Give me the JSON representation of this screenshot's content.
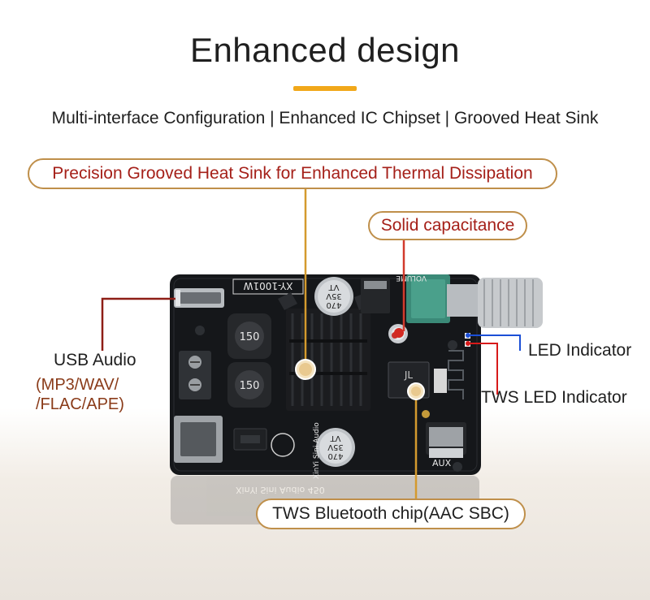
{
  "header": {
    "title": "Enhanced design",
    "subtitle": "Multi-interface Configuration | Enhanced IC Chipset | Grooved Heat Sink",
    "accent_color": "#f1a81a"
  },
  "callouts": {
    "heat_sink": "Precision Grooved Heat Sink for Enhanced Thermal Dissipation",
    "capacitance": "Solid capacitance",
    "usb_audio": "USB Audio",
    "usb_formats_line1": "(MP3/WAV/",
    "usb_formats_line2": "/FLAC/APE)",
    "led_indicator": "LED Indicator",
    "tws_led_indicator": "TWS LED Indicator",
    "bluetooth_chip": "TWS Bluetooth chip(AAC SBC)"
  },
  "board": {
    "model": "XY-1001W",
    "volume_label": "VOLUME",
    "aux_label": "AUX",
    "inductor_value": "150",
    "cap_line1": "470",
    "cap_line2": "35V",
    "cap_line3": "VT",
    "brand": "XinYi Sini Audio",
    "reflection_text": "XinYi Sini Audio   450",
    "board_color": "#15171a",
    "heatsink_color": "#1b1c1f"
  },
  "colors": {
    "callout_red": "#a52019",
    "callout_border": "#bf8f4a",
    "led_line_blue": "#1b4fd6",
    "led_line_red": "#d71a1a"
  }
}
